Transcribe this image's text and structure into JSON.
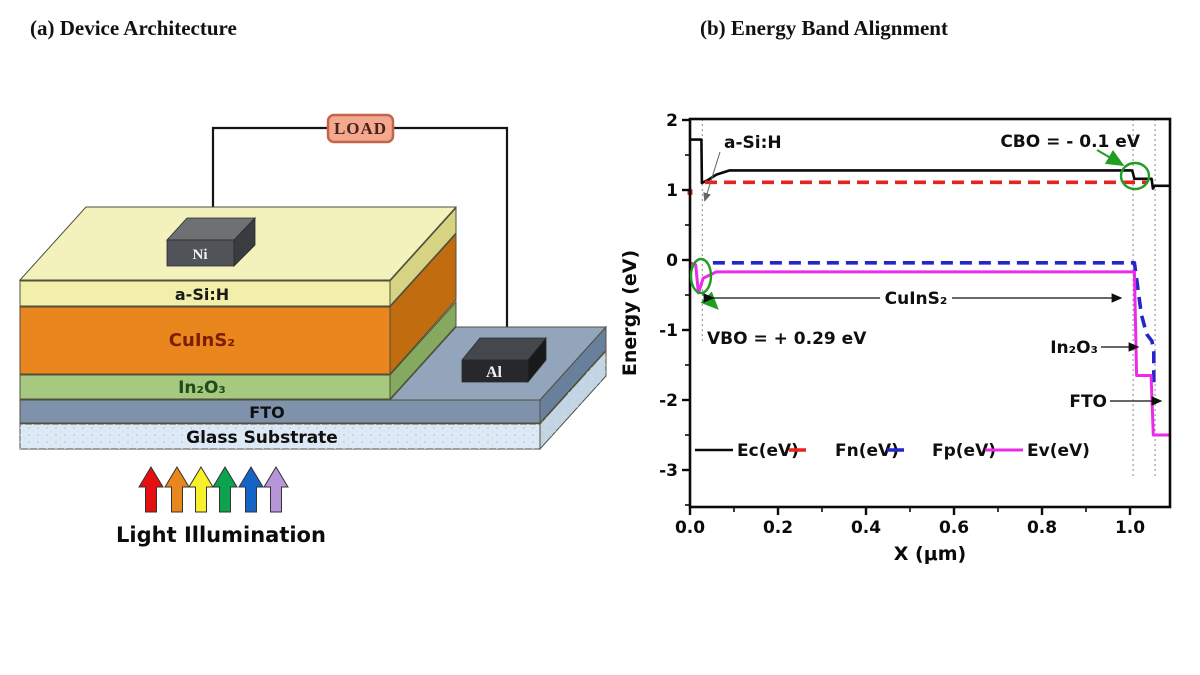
{
  "panel_a": {
    "title": "(a) Device Architecture",
    "load": {
      "label": "LOAD",
      "fill": "#f4a88d",
      "border": "#c2654c",
      "text_color": "#46231d"
    },
    "contacts": {
      "top": {
        "label": "Ni",
        "front": "#505357",
        "top": "#6d7174",
        "side": "#3a3d40"
      },
      "right": {
        "label": "Al",
        "front": "#26282b",
        "top": "#44474c",
        "side": "#17191b"
      }
    },
    "layers": [
      {
        "label": "a-Si:H",
        "front": "#f1efa9",
        "side": "#d6d383",
        "top": "#f3f1bc",
        "text": "#1a1a1a"
      },
      {
        "label": "CuInS₂",
        "front": "#e9861d",
        "side": "#c16c0f",
        "text": "#7a1d00"
      },
      {
        "label": "In₂O₃",
        "front": "#a6c87f",
        "side": "#85a95e",
        "text": "#1d4d1d"
      },
      {
        "label": "FTO",
        "front": "#7e92ac",
        "side": "#68809b",
        "top": "#93a5bb",
        "text": "#101010"
      },
      {
        "label": "Glass Substrate",
        "front": "#dde9f4",
        "side": "#c3d5e5",
        "text": "#101010"
      }
    ],
    "light": {
      "label": "Light Illumination",
      "arrow_colors": [
        "#e60f0f",
        "#e8871e",
        "#f7f02a",
        "#0da24e",
        "#1464c8",
        "#b695d8"
      ]
    }
  },
  "panel_b": {
    "title": "(b) Energy Band Alignment",
    "chart_data": {
      "type": "line",
      "xlabel": "X (μm)",
      "ylabel": "Energy (eV)",
      "xlim": [
        0,
        1.09
      ],
      "ylim": [
        -3.53,
        2.05
      ],
      "x_ticks": [
        0.0,
        0.2,
        0.4,
        0.6,
        0.8,
        1.0
      ],
      "x_tick_labels": [
        "0.0",
        "0.2",
        "0.4",
        "0.6",
        "0.8",
        "1.0"
      ],
      "x_minor_ticks": [
        0.1,
        0.3,
        0.5,
        0.7,
        0.9
      ],
      "y_ticks": [
        2,
        1,
        0,
        -1,
        -2,
        -3
      ],
      "y_tick_labels": [
        "2",
        "1",
        "0",
        "-1",
        "-2",
        "-3"
      ],
      "y_minor_ticks": [
        1.5,
        0.5,
        -0.5,
        -1.5,
        -2.5,
        -3.5
      ],
      "series": [
        {
          "name": "Ec(eV)",
          "color": "#0a0a0a",
          "style": "solid",
          "width": 2.6,
          "points": [
            [
              0,
              1.72
            ],
            [
              0.026,
              1.72
            ],
            [
              0.027,
              1.1
            ],
            [
              0.04,
              1.14
            ],
            [
              0.06,
              1.22
            ],
            [
              0.09,
              1.28
            ],
            [
              1.005,
              1.28
            ],
            [
              1.01,
              1.16
            ],
            [
              1.049,
              1.16
            ],
            [
              1.052,
              1.02
            ],
            [
              1.056,
              1.06
            ],
            [
              1.09,
              1.06
            ]
          ]
        },
        {
          "name": "Fn(eV)",
          "color": "#e8231e",
          "style": "dashed",
          "width": 3.6,
          "points": [
            [
              0.034,
              1.11
            ],
            [
              1.04,
              1.11
            ]
          ]
        },
        {
          "name": "Fp(eV)",
          "color": "#2426c9",
          "style": "dashed",
          "width": 3.6,
          "points": [
            [
              0.052,
              -0.04
            ],
            [
              1.01,
              -0.04
            ],
            [
              1.026,
              -0.78
            ],
            [
              1.038,
              -1.06
            ],
            [
              1.05,
              -1.16
            ],
            [
              1.054,
              -1.32
            ],
            [
              1.054,
              -1.8
            ]
          ]
        },
        {
          "name": "Ev(eV)",
          "color": "#ea2bea",
          "style": "solid",
          "width": 3.0,
          "points": [
            [
              0,
              -0.04
            ],
            [
              0.013,
              -0.07
            ],
            [
              0.019,
              -0.47
            ],
            [
              0.03,
              -0.26
            ],
            [
              0.06,
              -0.17
            ],
            [
              1.01,
              -0.17
            ],
            [
              1.015,
              -1.65
            ],
            [
              1.048,
              -1.65
            ],
            [
              1.053,
              -2.5
            ],
            [
              1.09,
              -2.5
            ]
          ]
        }
      ],
      "extra_marks": [
        {
          "name": "fn-axis-mark",
          "color": "#e8231e",
          "width": 5,
          "points": [
            [
              0,
              1.01
            ],
            [
              0,
              0.93
            ]
          ]
        }
      ],
      "interfaces": [
        {
          "x": 0.028,
          "from": 2.02,
          "to": -1.2
        },
        {
          "x": 1.007,
          "from": 2.02,
          "to": -3.1
        },
        {
          "x": 1.057,
          "from": 2.02,
          "to": -3.1
        }
      ],
      "annotations": {
        "asih_label": "a-Si:H",
        "cbo_label": "CBO = - 0.1 eV",
        "vbo_label": "VBO = + 0.29 eV",
        "absorber_label": "CuInS₂",
        "in2o3_label": "In₂O₃",
        "fto_label": "FTO",
        "annotation_green": "#1f9e1f"
      },
      "legend": [
        {
          "label": "Ec(eV)",
          "color": "#0a0a0a",
          "len": 38,
          "width": 2.6,
          "dash": false
        },
        {
          "label": "Fn(eV)",
          "color": "#e8231e",
          "len": 17,
          "width": 3.6,
          "dash": false
        },
        {
          "label": "Fp(eV)",
          "color": "#2426c9",
          "len": 17,
          "width": 3.6,
          "dash": false
        },
        {
          "label": "Ev(eV)",
          "color": "#ea2bea",
          "len": 38,
          "width": 3.0,
          "dash": false
        }
      ],
      "legend_position": "inside-bottom"
    }
  }
}
